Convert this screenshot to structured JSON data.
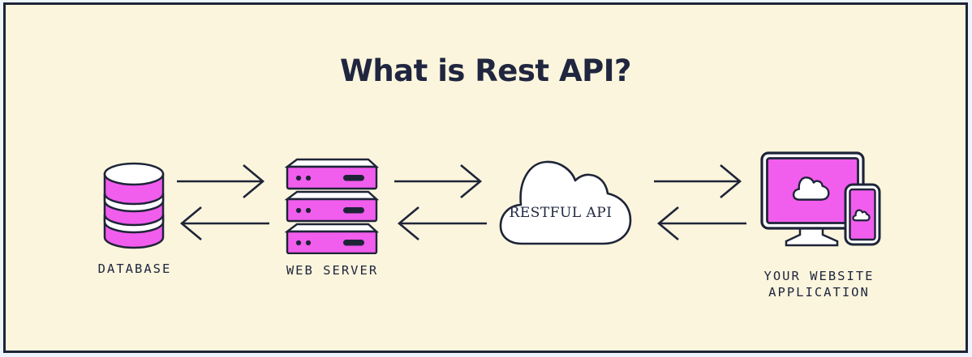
{
  "title": "What is Rest API?",
  "nodes": {
    "database": {
      "label": "DATABASE",
      "icon": "database-icon"
    },
    "web_server": {
      "label": "WEB SERVER",
      "icon": "server-stack-icon"
    },
    "restful_api": {
      "label": "RESTFUL API",
      "icon": "cloud-icon"
    },
    "website": {
      "label_line1": "YOUR WEBSITE",
      "label_line2": "APPLICATION",
      "icon": "monitor-phone-icon"
    }
  },
  "flow": {
    "arrow_right_icon": "arrow-right-icon",
    "arrow_left_icon": "arrow-left-icon",
    "connections": [
      {
        "from": "database",
        "to": "web_server",
        "bidirectional": true
      },
      {
        "from": "web_server",
        "to": "restful_api",
        "bidirectional": true
      },
      {
        "from": "restful_api",
        "to": "website",
        "bidirectional": true
      }
    ]
  },
  "colors": {
    "page_background": "#edf4fb",
    "background": "#faf5dc",
    "outline": "#1e2438",
    "text": "#20263f",
    "accent_pink": "#f15ded",
    "white": "#ffffff"
  }
}
